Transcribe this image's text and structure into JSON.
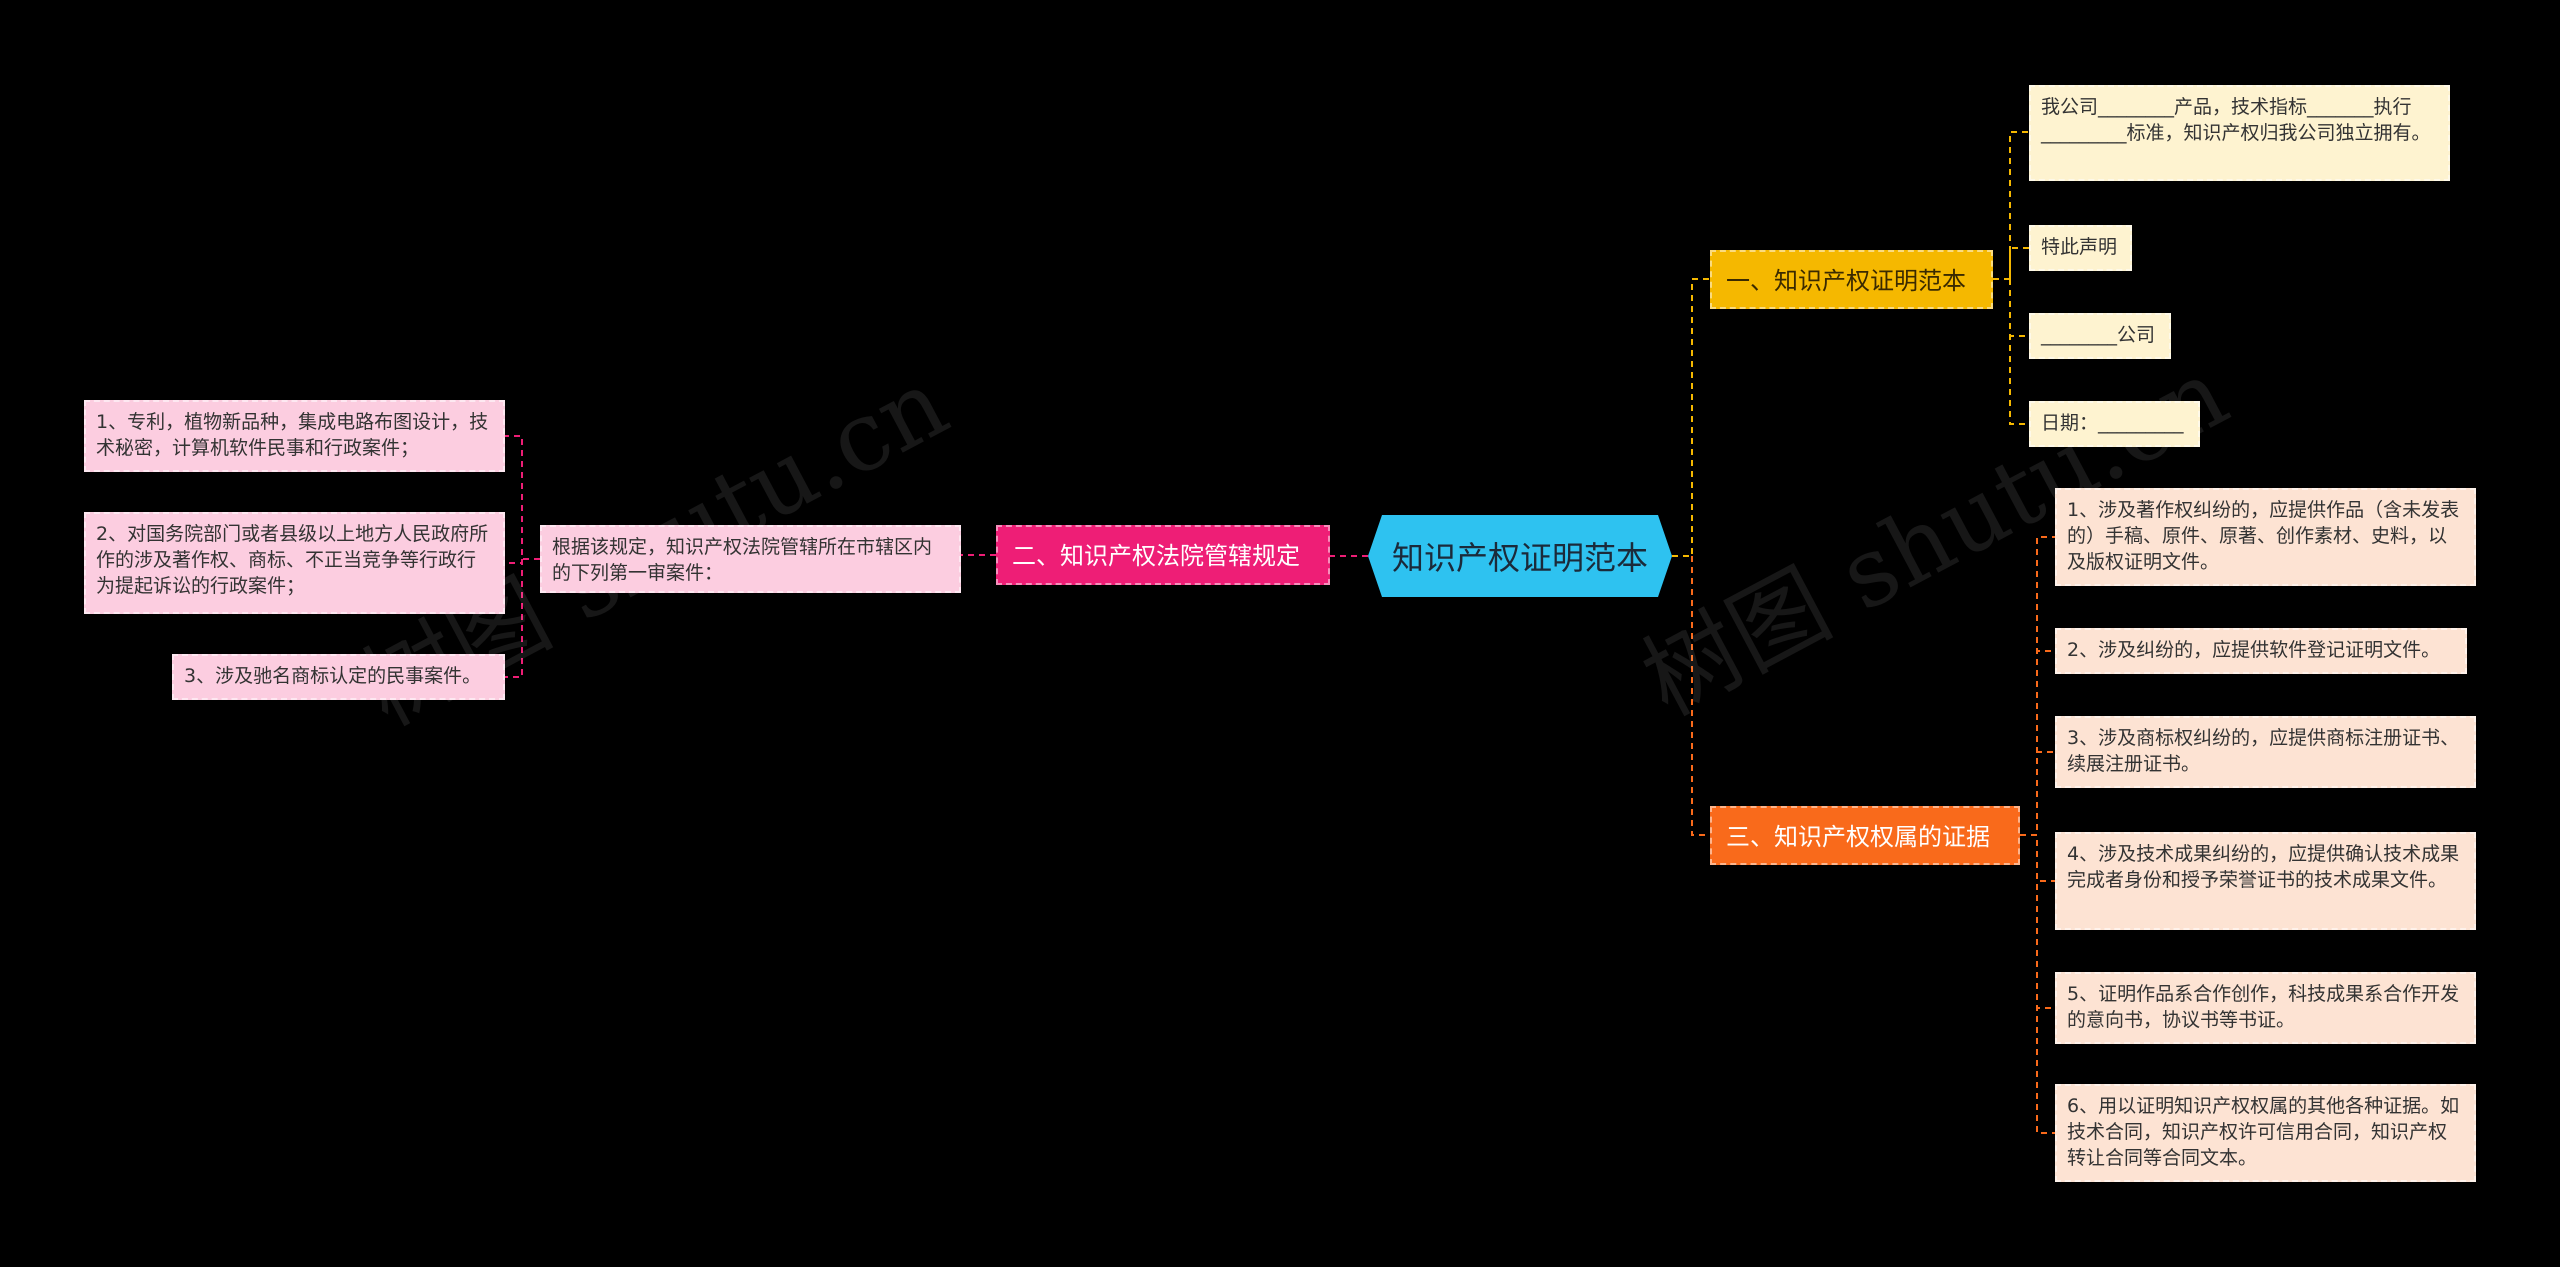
{
  "root": {
    "label": "知识产权证明范本"
  },
  "branches": [
    {
      "label": "一、知识产权证明范本",
      "color": "#f5b800",
      "children": [
        "我公司________产品，技术指标_______执行_________标准，知识产权归我公司独立拥有。",
        "特此声明",
        "________公司",
        "日期：_________"
      ]
    },
    {
      "label": "二、知识产权法院管辖规定",
      "color": "#ee1e76",
      "intermediate": "根据该规定，知识产权法院管辖所在市辖区内的下列第一审案件：",
      "children": [
        "1、专利，植物新品种，集成电路布图设计，技术秘密，计算机软件民事和行政案件；",
        "2、对国务院部门或者县级以上地方人民政府所作的涉及著作权、商标、不正当竞争等行政行为提起诉讼的行政案件；",
        "3、涉及驰名商标认定的民事案件。"
      ]
    },
    {
      "label": "三、知识产权权属的证据",
      "color": "#f96a1b",
      "children": [
        "1、涉及著作权纠纷的，应提供作品（含未发表的）手稿、原件、原著、创作素材、史料，以及版权证明文件。",
        "2、涉及纠纷的，应提供软件登记证明文件。",
        "3、涉及商标权纠纷的，应提供商标注册证书、续展注册证书。",
        "4、涉及技术成果纠纷的，应提供确认技术成果完成者身份和授予荣誉证书的技术成果文件。",
        "5、证明作品系合作创作，科技成果系合作开发的意向书，协议书等书证。",
        "6、用以证明知识产权权属的其他各种证据。如技术合同，知识产权许可信用合同，知识产权转让合同等合同文本。"
      ]
    }
  ],
  "watermarks": [
    "树图 shutu.cn",
    "树图 shutu.cn"
  ]
}
